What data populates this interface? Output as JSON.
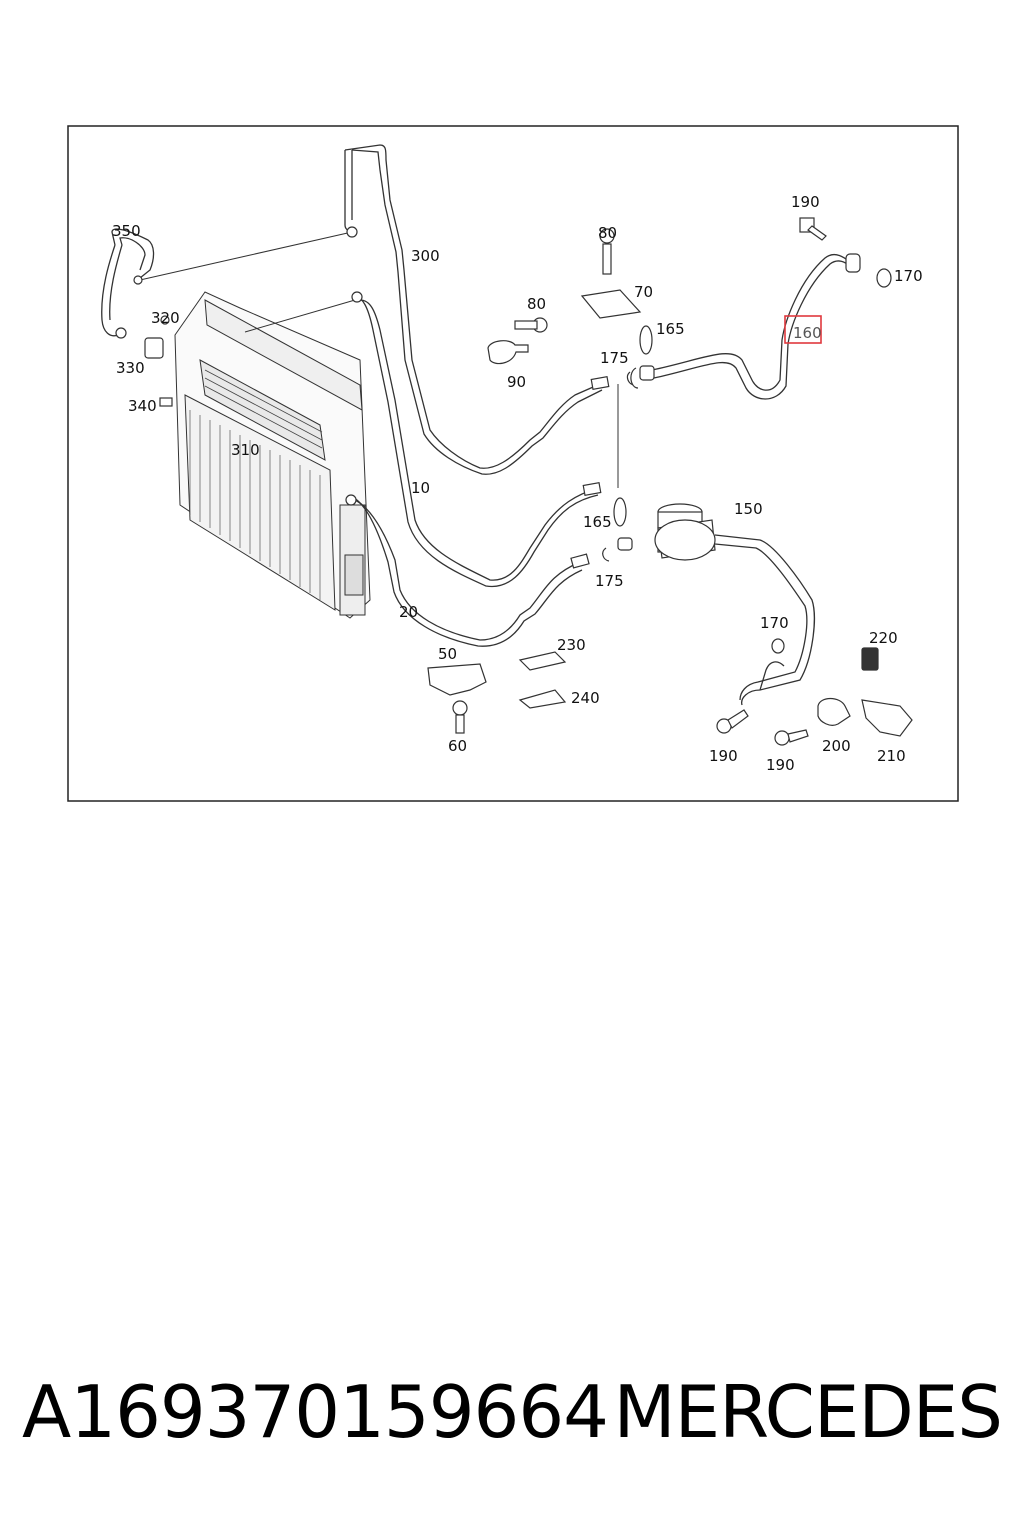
{
  "diagram": {
    "highlight_color": "#e0393e",
    "callouts": [
      {
        "id": "350",
        "text": "350"
      },
      {
        "id": "320",
        "text": "320"
      },
      {
        "id": "330",
        "text": "330"
      },
      {
        "id": "340",
        "text": "340"
      },
      {
        "id": "310",
        "text": "310"
      },
      {
        "id": "300",
        "text": "300"
      },
      {
        "id": "80a",
        "text": "80"
      },
      {
        "id": "80b",
        "text": "80"
      },
      {
        "id": "70",
        "text": "70"
      },
      {
        "id": "90",
        "text": "90"
      },
      {
        "id": "165a",
        "text": "165"
      },
      {
        "id": "175a",
        "text": "175"
      },
      {
        "id": "190a",
        "text": "190"
      },
      {
        "id": "170a",
        "text": "170"
      },
      {
        "id": "160",
        "text": "160"
      },
      {
        "id": "10",
        "text": "10"
      },
      {
        "id": "165b",
        "text": "165"
      },
      {
        "id": "150",
        "text": "150"
      },
      {
        "id": "175b",
        "text": "175"
      },
      {
        "id": "20",
        "text": "20"
      },
      {
        "id": "50",
        "text": "50"
      },
      {
        "id": "230",
        "text": "230"
      },
      {
        "id": "240",
        "text": "240"
      },
      {
        "id": "60",
        "text": "60"
      },
      {
        "id": "170b",
        "text": "170"
      },
      {
        "id": "220",
        "text": "220"
      },
      {
        "id": "190b",
        "text": "190"
      },
      {
        "id": "190c",
        "text": "190"
      },
      {
        "id": "200",
        "text": "200"
      },
      {
        "id": "210",
        "text": "210"
      }
    ]
  },
  "footer": {
    "part_number": "A169370159664",
    "brand": "MERCEDES"
  }
}
